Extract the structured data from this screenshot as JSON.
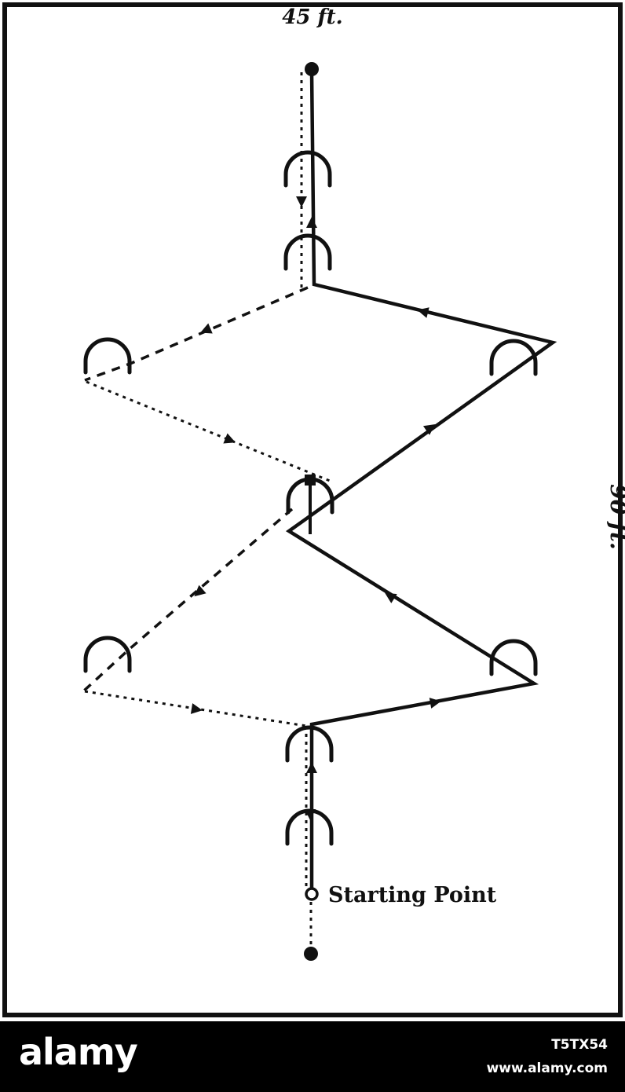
{
  "diagram": {
    "top_label": "45 ft.",
    "side_label": "90 ft.",
    "start_label": "Starting Point",
    "ink_color": "#111111",
    "background_color": "#ffffff",
    "obstacle_icon": "arch-hurdle-icon"
  },
  "footer": {
    "brand": "alamy",
    "image_id": "T5TX54",
    "url": "www.alamy.com",
    "background_color": "#000000",
    "text_color": "#ffffff"
  }
}
